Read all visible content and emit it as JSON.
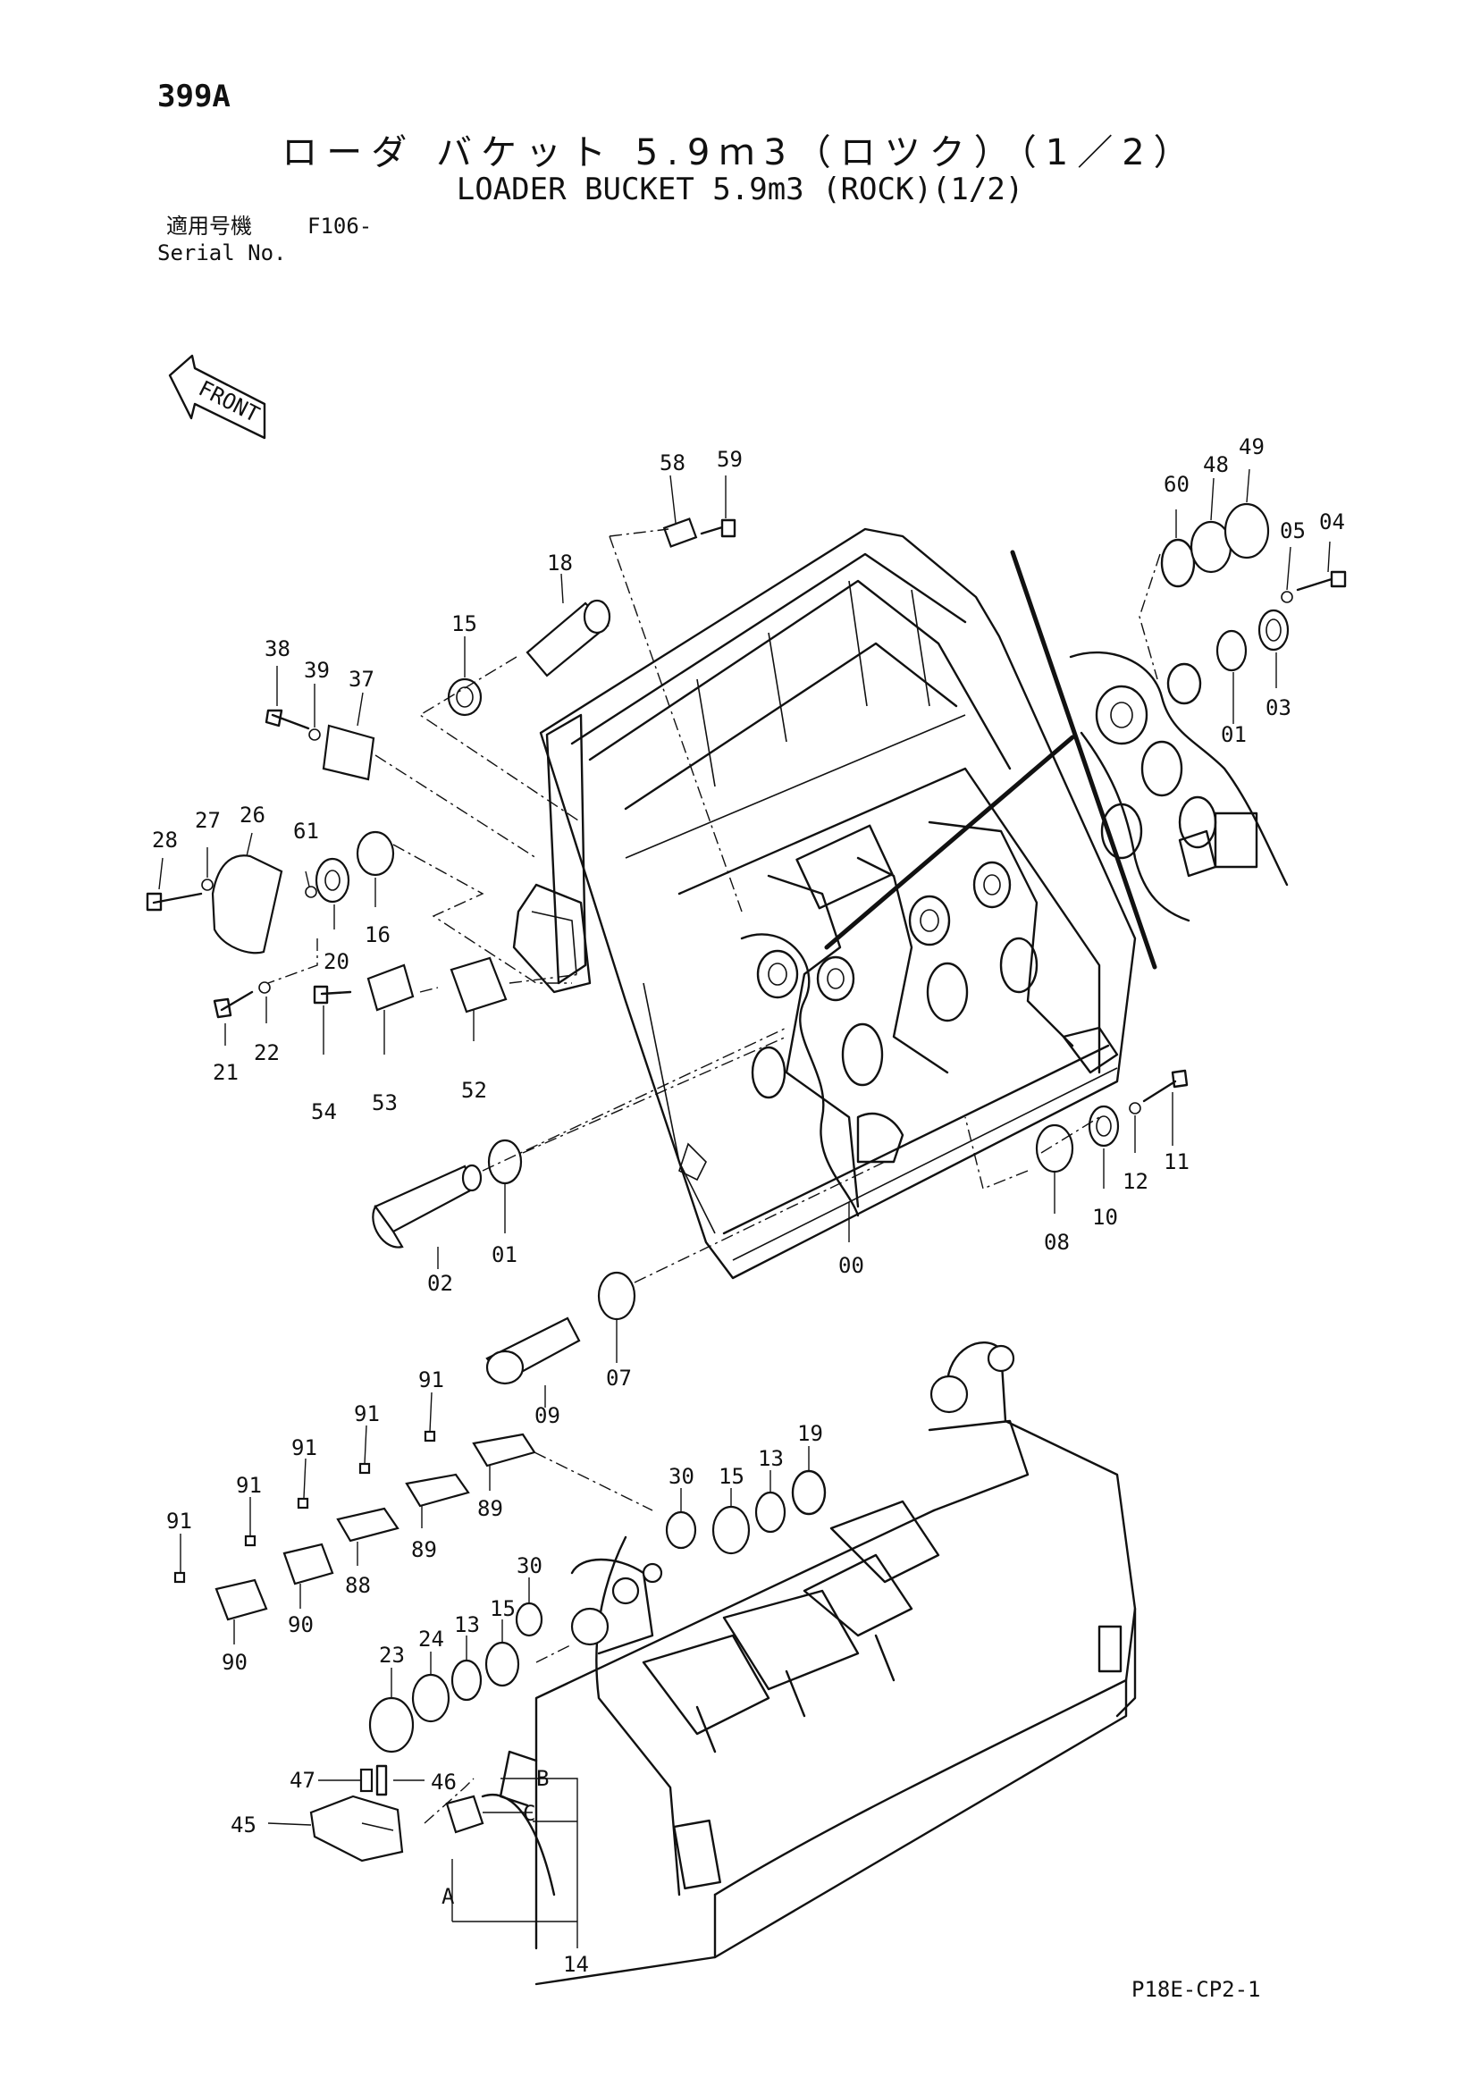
{
  "header": {
    "page_code": "399A",
    "title_jp": "ローダ バケット 5.9ｍ3（ロツク）（1／2）",
    "title_en": "LOADER BUCKET 5.9m3 (ROCK)(1/2)",
    "serial_label_jp": "適用号機",
    "serial_label_en": "Serial No.",
    "serial_value": "F106-"
  },
  "front_arrow_label": "FRONT",
  "callouts": {
    "c58": "58",
    "c59": "59",
    "c18": "18",
    "c15a": "15",
    "c38": "38",
    "c39": "39",
    "c37": "37",
    "c60": "60",
    "c48": "48",
    "c49": "49",
    "c05": "05",
    "c04": "04",
    "c01a": "01",
    "c03": "03",
    "c28": "28",
    "c27": "27",
    "c26": "26",
    "c61": "61",
    "c20": "20",
    "c16": "16",
    "c21": "21",
    "c22": "22",
    "c54": "54",
    "c53": "53",
    "c52": "52",
    "c02": "02",
    "c01b": "01",
    "c00": "00",
    "c08": "08",
    "c10": "10",
    "c12": "12",
    "c11": "11",
    "c07": "07",
    "c09": "09",
    "c91a": "91",
    "c91b": "91",
    "c91c": "91",
    "c91d": "91",
    "c91e": "91",
    "c89a": "89",
    "c89b": "89",
    "c88": "88",
    "c90a": "90",
    "c90b": "90",
    "c30a": "30",
    "c15b": "15",
    "c13a": "13",
    "c19": "19",
    "c30b": "30",
    "c15c": "15",
    "c13b": "13",
    "c24": "24",
    "c23": "23",
    "c47": "47",
    "c46": "46",
    "c45": "45",
    "cB": "B",
    "cC": "C",
    "cA": "A",
    "c14": "14"
  },
  "footer": {
    "drawing_code": "P18E-CP2-1"
  }
}
